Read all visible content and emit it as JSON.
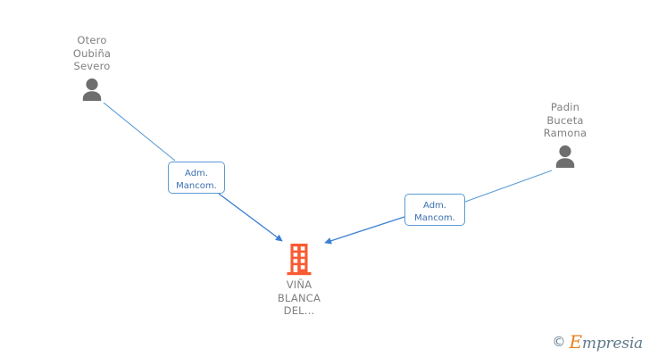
{
  "diagram": {
    "type": "relationship-graph",
    "background_color": "#FFFFFF",
    "edge_color": "#5B9BD5",
    "person_color": "#6E6E6E",
    "company_color": "#FA5A32",
    "text_color": "#808080",
    "label_text_color": "#3A6FB0"
  },
  "nodes": {
    "person_left": {
      "name": "Otero\nOubiña\nSevero",
      "icon": "person-icon",
      "role": "person"
    },
    "person_right": {
      "name": "Padin\nBuceta\nRamona",
      "icon": "person-icon",
      "role": "person"
    },
    "company": {
      "name": "VIÑA\nBLANCA\nDEL...",
      "icon": "building-icon",
      "role": "company"
    }
  },
  "edges": [
    {
      "from": "person_left",
      "to": "company",
      "label": "Adm.\nMancom.",
      "direction": "to-company"
    },
    {
      "from": "person_right",
      "to": "company",
      "label": "Adm.\nMancom.",
      "direction": "to-company"
    }
  ],
  "watermark": {
    "copyright": "©",
    "brand_cap": "E",
    "brand_rest": "mpresia"
  }
}
